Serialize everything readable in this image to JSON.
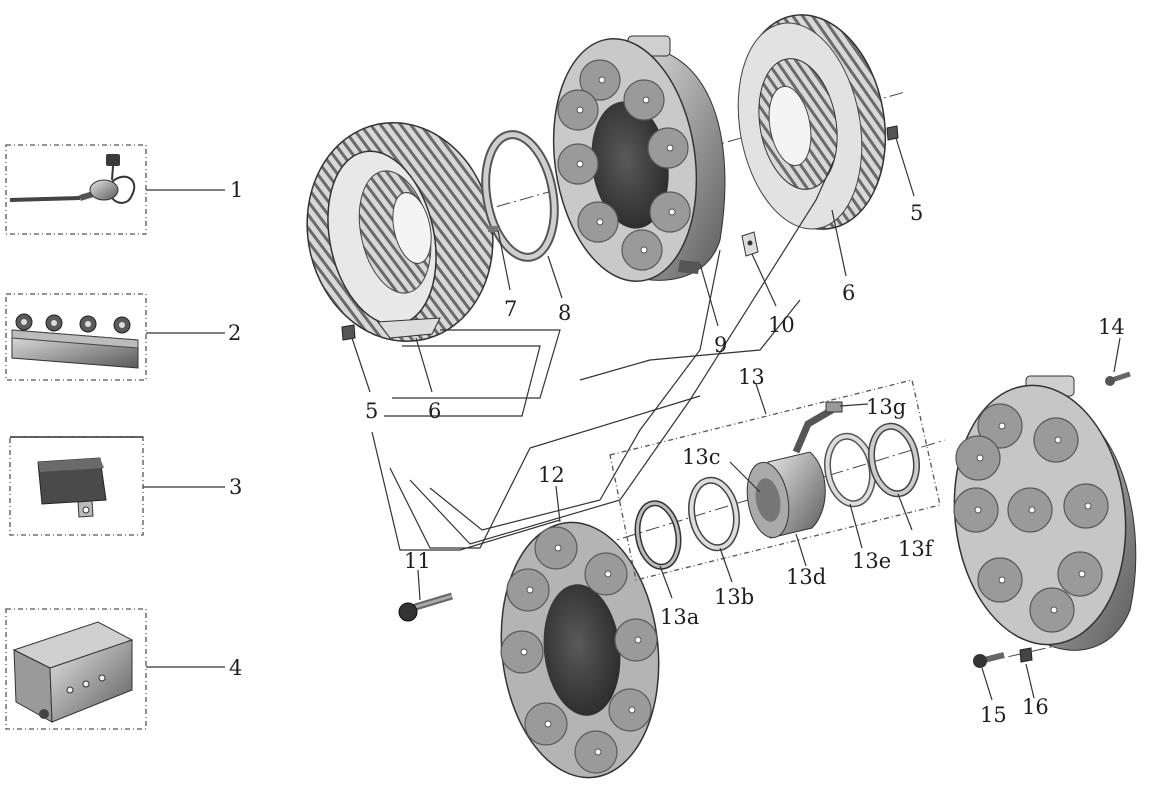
{
  "callouts": {
    "c1": "1",
    "c2": "2",
    "c3": "3",
    "c4": "4",
    "c5a": "5",
    "c5b": "5",
    "c6a": "6",
    "c6b": "6",
    "c7": "7",
    "c8": "8",
    "c9": "9",
    "c10": "10",
    "c11": "11",
    "c12": "12",
    "c13": "13",
    "c13a": "13a",
    "c13b": "13b",
    "c13c": "13c",
    "c13d": "13d",
    "c13e": "13e",
    "c13f": "13f",
    "c13g": "13g",
    "c14": "14",
    "c15": "15",
    "c16": "16"
  }
}
